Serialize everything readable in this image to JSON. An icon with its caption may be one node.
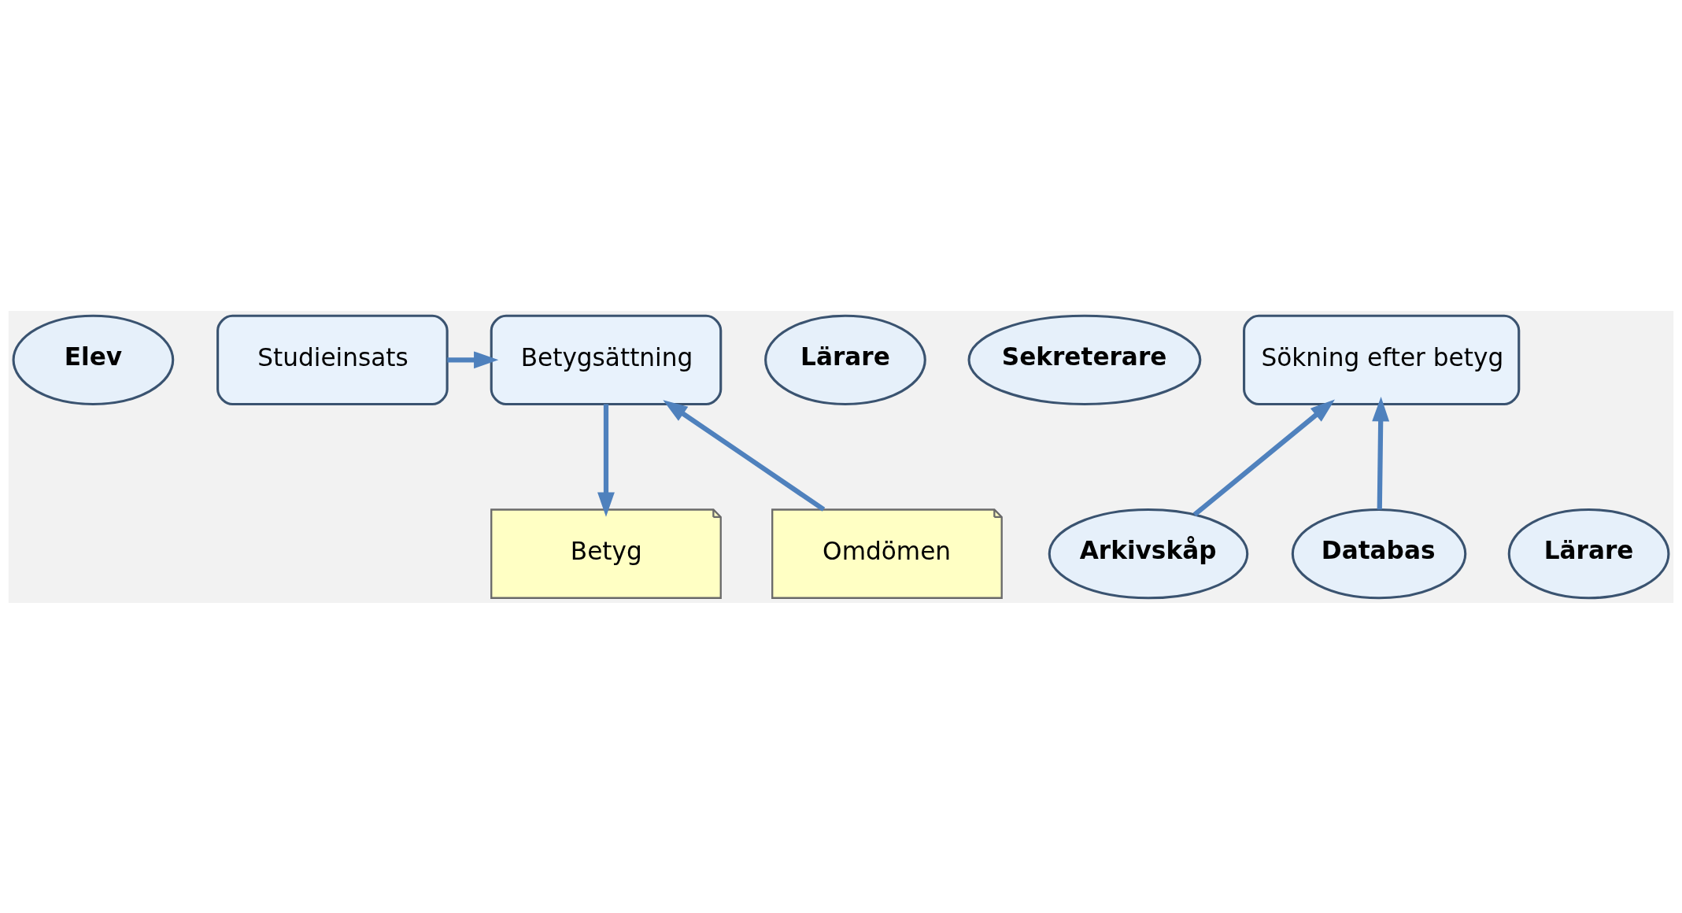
{
  "diagram": {
    "nodes": [
      {
        "text": [
          "Elev"
        ]
      },
      {
        "text": [
          "Studieinsats"
        ]
      },
      {
        "text": [
          "Lärare"
        ]
      },
      {
        "text": [
          "Betygsättning"
        ]
      },
      {
        "text": [
          "Sekreterare"
        ]
      },
      {
        "text": [
          "Sökning efter betyg"
        ]
      },
      {
        "text": [
          "Lärare"
        ]
      },
      {
        "text": [
          "Omdömen"
        ]
      },
      {
        "text": [
          "Betyg"
        ]
      },
      {
        "text": [
          "Arkivskåp"
        ]
      },
      {
        "text": [
          "Databas"
        ]
      }
    ],
    "edges": [
      {
        "from": 1,
        "to": 3,
        "arrow": "to"
      },
      {
        "from": 7,
        "to": 3,
        "arrow": "to"
      },
      {
        "from": 3,
        "to": 8,
        "arrow": "to"
      },
      {
        "from": 9,
        "to": 5,
        "arrow": "to"
      },
      {
        "from": 10,
        "to": 5,
        "arrow": "to"
      }
    ]
  }
}
